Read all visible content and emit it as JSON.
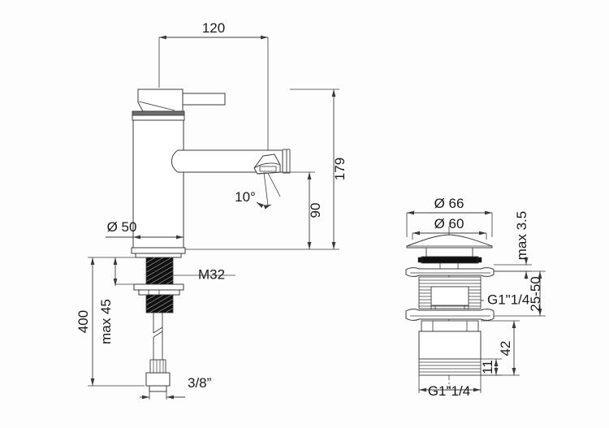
{
  "document": {
    "type": "technical-drawing",
    "title": "Basin mixer tap and pop-up waste dimensional drawing",
    "background_color": "#fdfdfd",
    "line_color": "#3a3a3a",
    "text_color": "#1a1a1a"
  },
  "faucet": {
    "name": "basin-mixer-tap",
    "dimensions": {
      "spout_reach": "120",
      "total_height": "179",
      "spout_height": "90",
      "base_diameter": "Ø 50",
      "thread": "M32",
      "max_thickness": "max 45",
      "hose_length": "400",
      "supply_connection": "3/8”",
      "spout_angle": "10°"
    }
  },
  "waste": {
    "name": "pop-up-waste-valve",
    "dimensions": {
      "cap_outer_diameter": "Ø 66",
      "cap_inner_diameter": "Ø 60",
      "max_gap": "max 3.5",
      "adjustable_range": "25-50",
      "upper_thread": "G1\"1/4",
      "lower_thread": "G1\"1/4",
      "body_length": "42",
      "thread_length": "11"
    }
  },
  "labels": [
    {
      "id": "dim-120",
      "text": "120"
    },
    {
      "id": "dim-179",
      "text": "179"
    },
    {
      "id": "dim-90",
      "text": "90"
    },
    {
      "id": "dim-angle-10",
      "text": "10°"
    },
    {
      "id": "dim-d50",
      "text": "Ø 50"
    },
    {
      "id": "dim-m32",
      "text": "M32"
    },
    {
      "id": "dim-max45",
      "text": "max 45"
    },
    {
      "id": "dim-400",
      "text": "400"
    },
    {
      "id": "dim-38",
      "text": "3/8”"
    },
    {
      "id": "dim-d66",
      "text": "Ø 66"
    },
    {
      "id": "dim-d60",
      "text": "Ø 60"
    },
    {
      "id": "dim-max35",
      "text": "max 3.5"
    },
    {
      "id": "dim-2550",
      "text": "25-50"
    },
    {
      "id": "dim-g114-upper",
      "text": "G1\"1/4"
    },
    {
      "id": "dim-g114-lower",
      "text": "G1\"1/4"
    },
    {
      "id": "dim-42",
      "text": "42"
    },
    {
      "id": "dim-11",
      "text": "11"
    }
  ]
}
